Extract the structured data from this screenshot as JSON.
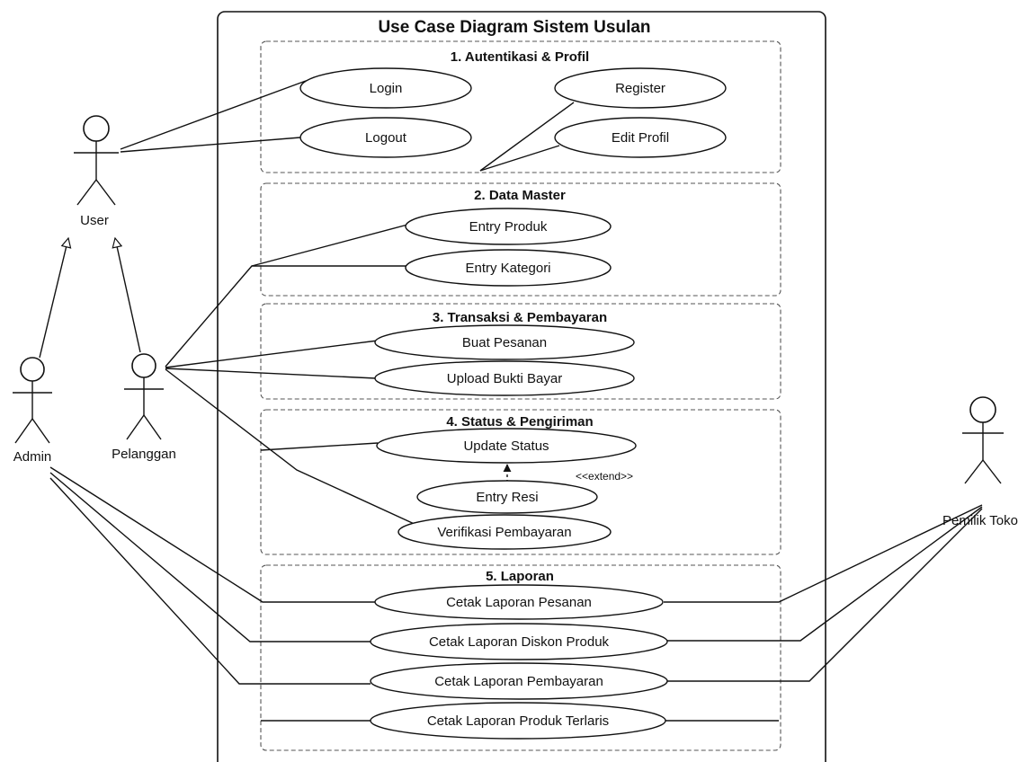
{
  "title": "Use Case Diagram Sistem Usulan",
  "packages": {
    "auth": "1. Autentikasi & Profil",
    "master": "2. Data Master",
    "transaksi": "3. Transaksi & Pembayaran",
    "status": "4. Status & Pengiriman",
    "laporan": "5. Laporan"
  },
  "use_cases": {
    "login": "Login",
    "logout": "Logout",
    "register": "Register",
    "edit_profil": "Edit Profil",
    "entry_produk": "Entry Produk",
    "entry_kategori": "Entry Kategori",
    "buat_pesanan": "Buat Pesanan",
    "upload_bukti": "Upload Bukti Bayar",
    "update_status": "Update Status",
    "entry_resi": "Entry Resi",
    "verifikasi": "Verifikasi Pembayaran",
    "lap_pesanan": "Cetak Laporan Pesanan",
    "lap_diskon": "Cetak Laporan Diskon Produk",
    "lap_pembayaran": "Cetak Laporan Pembayaran",
    "lap_terlaris": "Cetak Laporan Produk Terlaris"
  },
  "actors": {
    "user": "User",
    "admin": "Admin",
    "pelanggan": "Pelanggan",
    "pemilik": "Pemilik Toko"
  },
  "stereotypes": {
    "extend": "<<extend>>"
  }
}
